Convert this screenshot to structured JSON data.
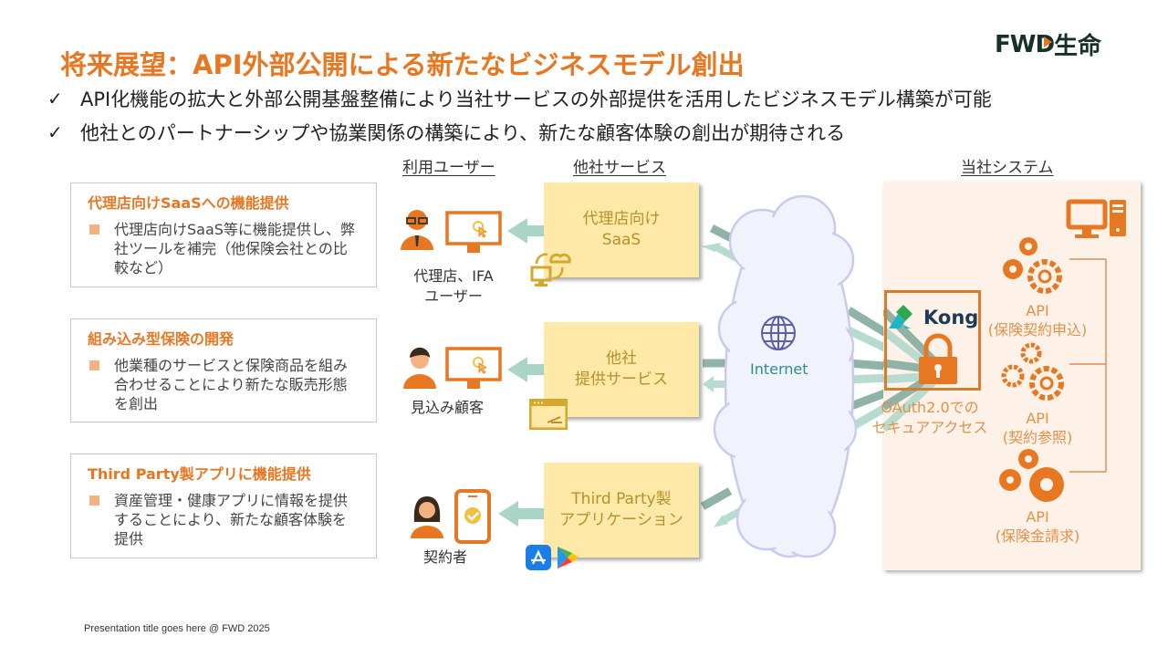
{
  "header": {
    "title": "将来展望：API外部公開による新たなビジネスモデル創出",
    "logo_text": "FWD",
    "logo_suffix": "生命",
    "brand_color": "#e87722"
  },
  "bullets": [
    {
      "icon": "check-icon",
      "glyph": "✓",
      "text": "API化機能の拡大と外部公開基盤整備により当社サービスの外部提供を活用したビジネスモデル構築が可能"
    },
    {
      "icon": "check-icon",
      "glyph": "✓",
      "text": "他社とのパートナーシップや協業関係の構築により、新たな顧客体験の創出が期待される"
    }
  ],
  "cards": [
    {
      "title": "代理店向けSaaSへの機能提供",
      "body": "代理店向けSaaS等に機能提供し、弊社ツールを補完（他保険会社との比較など）"
    },
    {
      "title": "組み込み型保険の開発",
      "body": "他業種のサービスと保険商品を組み合わせることにより新たな販売形態を創出"
    },
    {
      "title": "Third Party製アプリに機能提供",
      "body": "資産管理・健康アプリに情報を提供することにより、新たな顧客体験を提供"
    }
  ],
  "column_headers": {
    "users": "利用ユーザー",
    "services": "他社サービス",
    "system": "当社システム"
  },
  "users": [
    {
      "label_line1": "代理店、IFA",
      "label_line2": "ユーザー",
      "icon": "agent-with-monitor-icon"
    },
    {
      "label_line1": "見込み顧客",
      "label_line2": "",
      "icon": "prospect-with-monitor-icon"
    },
    {
      "label_line1": "契約者",
      "label_line2": "",
      "icon": "policyholder-with-phone-icon"
    }
  ],
  "services": [
    {
      "line1": "代理店向け",
      "line2": "SaaS",
      "icon": "cloud-sync-icon"
    },
    {
      "line1": "他社",
      "line2": "提供サービス",
      "icon": "browser-window-icon"
    },
    {
      "line1": "Third Party製",
      "line2": "アプリケーション",
      "icon": "app-store-icons"
    }
  ],
  "internet": {
    "label": "Internet"
  },
  "gateway": {
    "brand": "Kong",
    "caption_line1": "OAuth2.0での",
    "caption_line2": "セキュアアクセス"
  },
  "apis": [
    {
      "line1": "API",
      "line2": "(保険契約申込)"
    },
    {
      "line1": "API",
      "line2": "(契約参照)"
    },
    {
      "line1": "API",
      "line2": "(保険金請求)"
    }
  ],
  "footer": {
    "text": "Presentation title goes here @ FWD 2025"
  }
}
